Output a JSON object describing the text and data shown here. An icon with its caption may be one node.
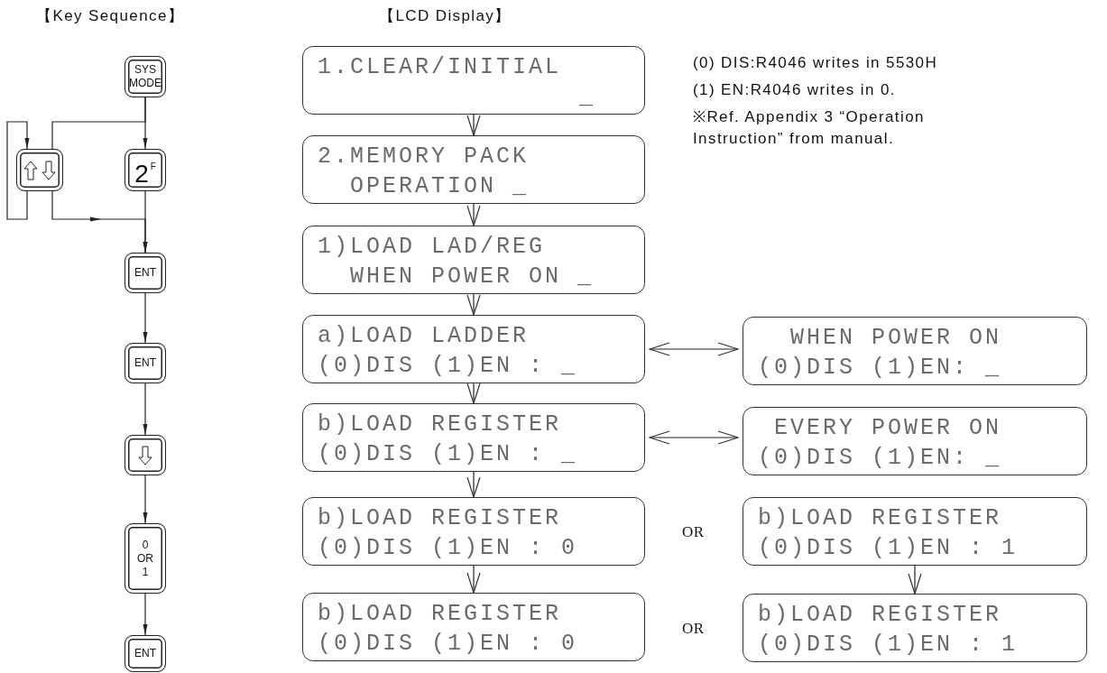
{
  "diagram": {
    "nodes": [
      {
        "text": [
          "SYS MODE"
        ]
      },
      {
        "text": [],
        "shape": "box"
      },
      {
        "text": [
          "2$^{F}$"
        ]
      },
      {
        "text": [
          "ENT"
        ]
      },
      {
        "text": [
          "ENT"
        ]
      },
      {
        "text": [],
        "shape": "box"
      },
      {
        "text": [
          "0 OR 1"
        ]
      },
      {
        "text": [
          "ENT"
        ]
      },
      {
        "text": [
          "1.CLEAR/INITIAL",
          "_"
        ]
      },
      {
        "text": [
          "2.MEMORY PACK",
          "OPERATION _"
        ]
      },
      {
        "text": [
          "1)LOAD LAD/REG",
          "WHEN POWER ON _"
        ]
      },
      {
        "text": [
          "a)LOAD LADDER",
          "(0)DIS (1)EN : _"
        ]
      },
      {
        "text": [
          "b)LOAD REGISTER",
          "(0)DIS (1)EN : _"
        ]
      },
      {
        "text": [
          "b)LOAD REGISTER",
          "(0)DIS (1)EN : 0"
        ]
      },
      {
        "text": [
          "b)LOAD REGISTER",
          "(0)DIS (1)EN : 0"
        ]
      },
      {
        "text": [
          "WHEN POWER ON",
          "(0)DIS (1)EN: _"
        ]
      },
      {
        "text": [
          "EVERY POWER ON",
          "(0)DIS (1)EN: _"
        ]
      },
      {
        "text": [
          "b)LOAD REGISTER",
          "(0)DIS (1)EN : 1"
        ]
      },
      {
        "text": [
          "b)LOAD REGISTER",
          "(0)DIS (1)EN : 1"
        ]
      }
    ],
    "edges": [
      {
        "from": 0,
        "to": 2,
        "arrow": "to"
      },
      {
        "from": 0,
        "to": 1,
        "arrow": "none"
      },
      {
        "from": 1,
        "to": 1,
        "arrow": "to"
      },
      {
        "from": 1,
        "to": 3,
        "arrow": "to"
      },
      {
        "from": 2,
        "to": 3,
        "arrow": "to"
      },
      {
        "from": 3,
        "to": 4,
        "arrow": "to"
      },
      {
        "from": 4,
        "to": 5,
        "arrow": "to"
      },
      {
        "from": 5,
        "to": 6,
        "arrow": "to"
      },
      {
        "from": 6,
        "to": 7,
        "arrow": "to"
      },
      {
        "from": 8,
        "to": 9,
        "arrow": "to"
      },
      {
        "from": 9,
        "to": 10,
        "arrow": "to"
      },
      {
        "from": 10,
        "to": 11,
        "arrow": "to"
      },
      {
        "from": 11,
        "to": 12,
        "arrow": "to"
      },
      {
        "from": 12,
        "to": 13,
        "arrow": "to"
      },
      {
        "from": 13,
        "to": 14,
        "arrow": "to"
      },
      {
        "from": 11,
        "to": 15,
        "arrow": "both"
      },
      {
        "from": 12,
        "to": 16,
        "arrow": "both"
      },
      {
        "from": 17,
        "to": 18,
        "arrow": "to"
      }
    ],
    "labels": [
      "【Key Sequence】",
      "【LCD Display】",
      "(0) DIS:R4046 writes in 5530H",
      "(1) EN:R4046 writes in 0.",
      "※Ref. Appendix 3 “Operation Instruction” from manual.",
      "OR",
      "OR"
    ]
  }
}
